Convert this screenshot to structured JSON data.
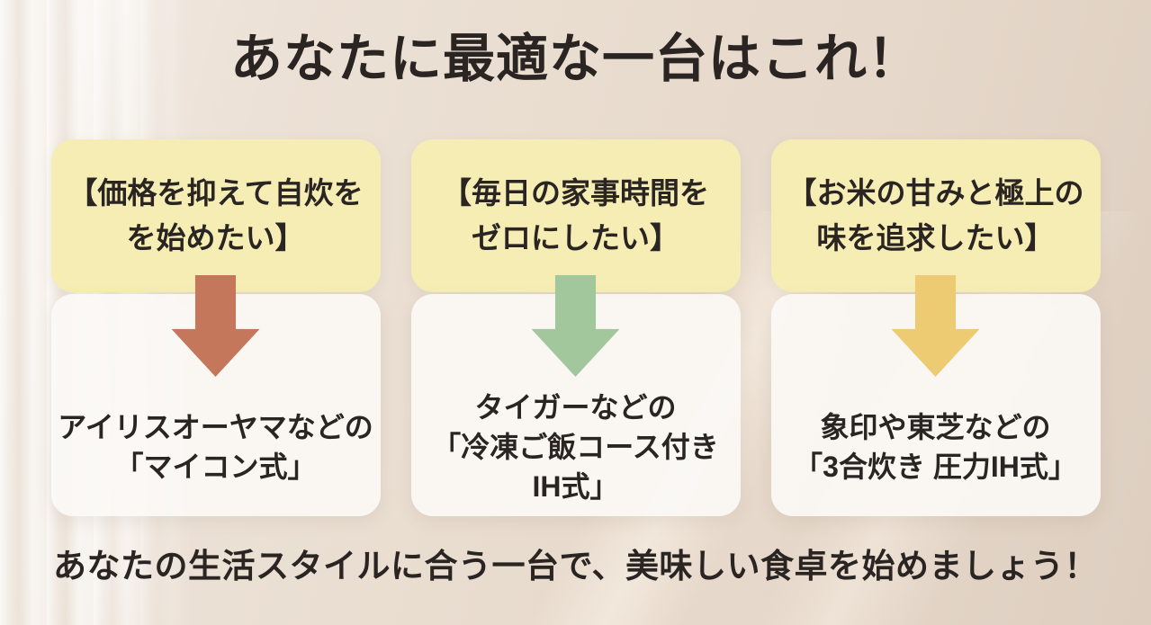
{
  "title": "あなたに最適な一台はこれ！",
  "footer": "あなたの生活スタイルに合う一台で、美味しい食卓を始めましょう！",
  "colors": {
    "need_box_bg": "#f5edb3",
    "rec_box_bg": "rgba(251,249,245,0.93)",
    "text": "#2a2522"
  },
  "columns": [
    {
      "need_lines": [
        "【価格を抑えて自炊を",
        "を始めたい】"
      ],
      "arrow_color": "#c4775a",
      "rec_lines": [
        "アイリスオーヤマなどの",
        "「マイコン式」"
      ]
    },
    {
      "need_lines": [
        "【毎日の家事時間を",
        "ゼロにしたい】"
      ],
      "arrow_color": "#a2c79c",
      "rec_lines": [
        "タイガーなどの",
        "「冷凍ご飯コース付き",
        "IH式」"
      ]
    },
    {
      "need_lines": [
        "【お米の甘みと極上の",
        "味を追求したい】"
      ],
      "arrow_color": "#eccb72",
      "rec_lines": [
        "象印や東芝などの",
        "「3合炊き 圧力IH式」"
      ]
    }
  ]
}
